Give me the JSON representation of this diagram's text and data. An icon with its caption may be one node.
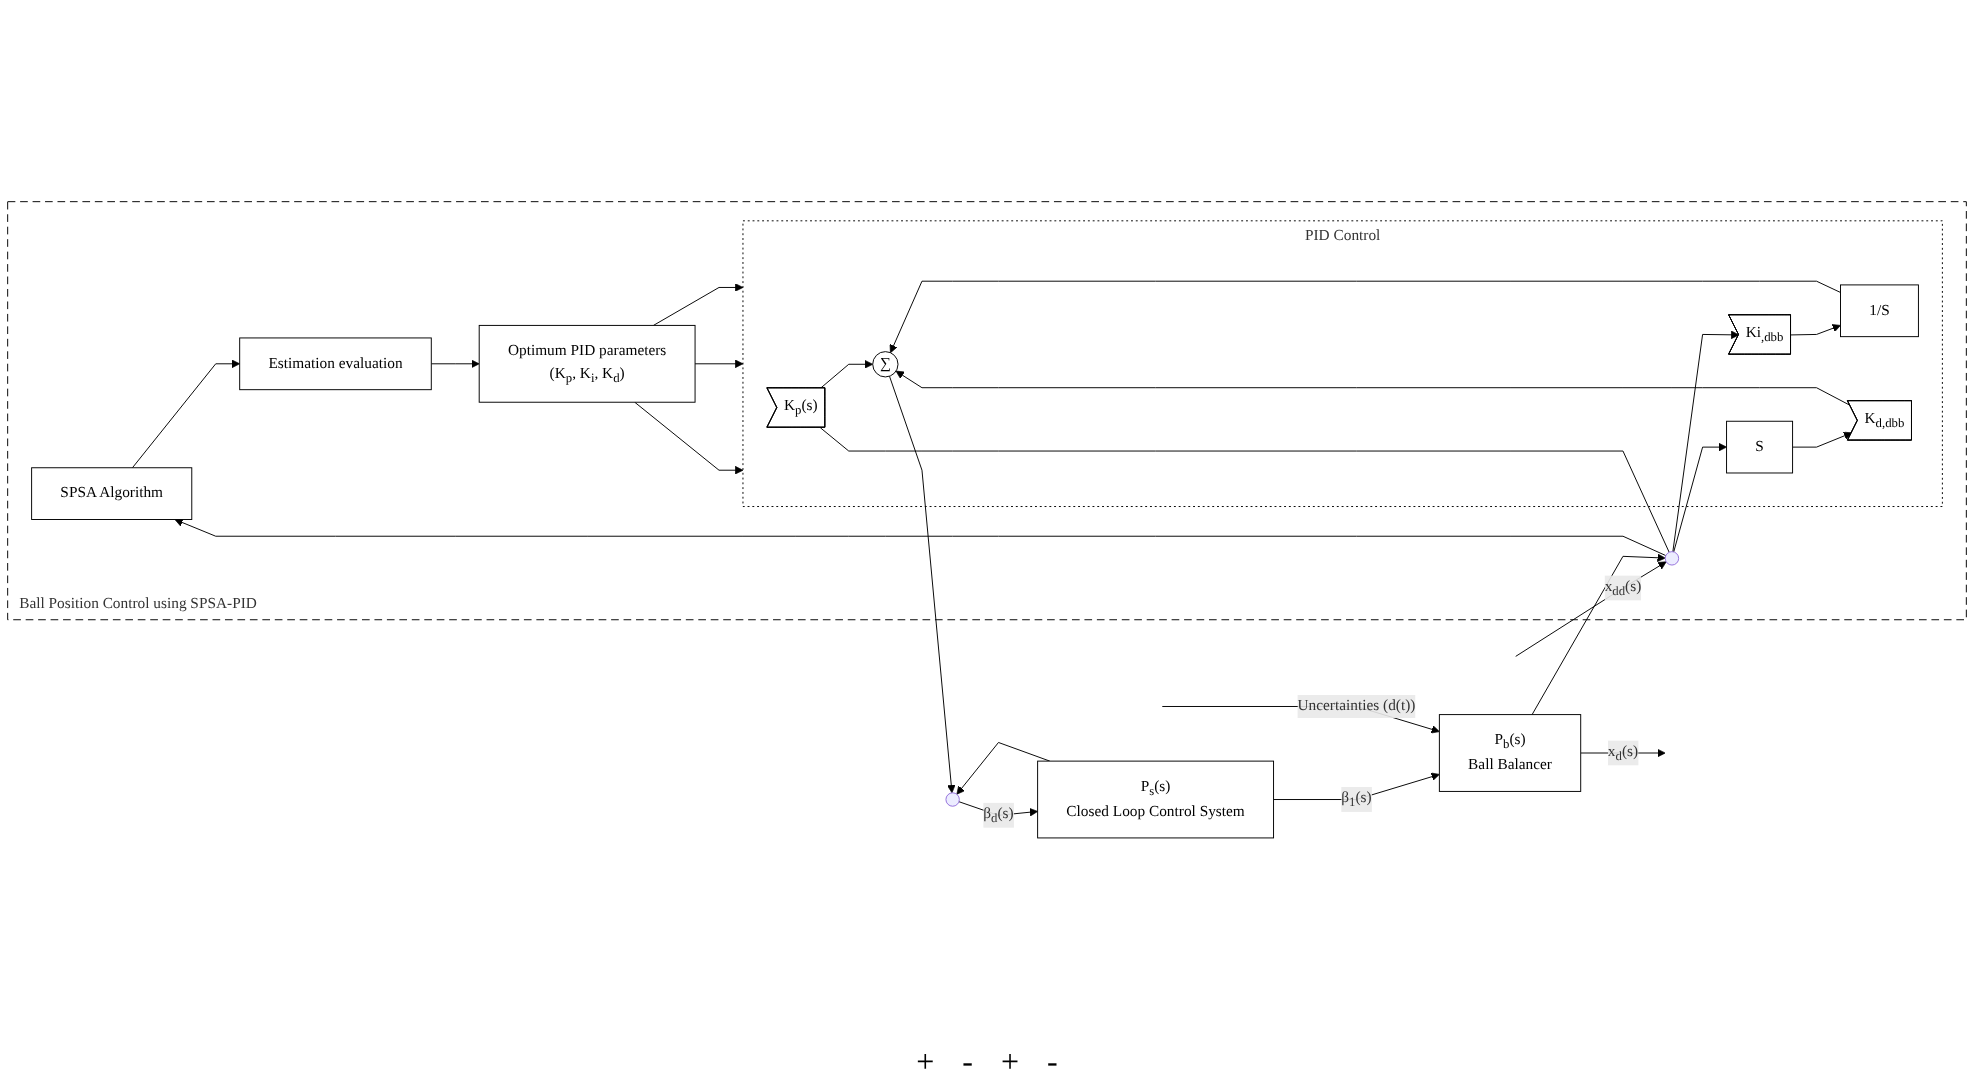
{
  "diagram": {
    "nodes": [
      {
        "text": [
          "Ball Position Control using SPSA-PID"
        ]
      },
      {
        "text": [
          "SPSA Algorithm"
        ],
        "in": 0
      },
      {
        "text": [
          "Estimation evaluation"
        ],
        "in": 0
      },
      {
        "text": [
          "Optimum PID parameters",
          "(K$_{p}$, K$_{i}$, K$_{d}$)"
        ],
        "in": 0
      },
      {
        "text": [
          "PID Control"
        ],
        "in": 0
      },
      {
        "text": [],
        "shape": "circle",
        "in": 0
      },
      {
        "text": [
          "K$_{p}$(s)"
        ],
        "in": 4
      },
      {
        "text": [
          "∑"
        ],
        "in": 4
      },
      {
        "text": [
          "Ki$_{,dbb}$"
        ],
        "in": 4
      },
      {
        "text": [
          "1/S"
        ],
        "in": 4
      },
      {
        "text": [
          "S"
        ],
        "in": 4
      },
      {
        "text": [
          "K$_{d,dbb}$"
        ],
        "in": 4
      },
      {
        "text": [],
        "shape": "circle"
      },
      {
        "text": [
          "P$_{s}$(s)",
          "Closed Loop Control System"
        ]
      },
      {
        "text": [
          "P$_{b}$(s)",
          "Ball Balancer"
        ]
      }
    ],
    "edges": [
      {
        "from": null,
        "to": 5,
        "arrow": "to",
        "label": "x$_{dd}$(s)"
      },
      {
        "from": 5,
        "to": 1,
        "arrow": "to"
      },
      {
        "from": 1,
        "to": 2,
        "arrow": "to"
      },
      {
        "from": 2,
        "to": 3,
        "arrow": "to"
      },
      {
        "from": 3,
        "to": 4,
        "arrow": "to"
      },
      {
        "from": 3,
        "to": 4,
        "arrow": "to"
      },
      {
        "from": 3,
        "to": 4,
        "arrow": "to"
      },
      {
        "from": 5,
        "to": 6,
        "arrow": "none"
      },
      {
        "from": 5,
        "to": 8,
        "arrow": "to"
      },
      {
        "from": 5,
        "to": 10,
        "arrow": "to"
      },
      {
        "from": 6,
        "to": 7,
        "arrow": "to"
      },
      {
        "from": 8,
        "to": 9,
        "arrow": "to"
      },
      {
        "from": 9,
        "to": 7,
        "arrow": "to"
      },
      {
        "from": 10,
        "to": 11,
        "arrow": "to"
      },
      {
        "from": 11,
        "to": 7,
        "arrow": "to"
      },
      {
        "from": 7,
        "to": 12,
        "arrow": "to"
      },
      {
        "from": 12,
        "to": 13,
        "arrow": "to",
        "label": "β$_{d}$(s)"
      },
      {
        "from": 13,
        "to": 14,
        "arrow": "to",
        "label": "β$_{1}$(s)"
      },
      {
        "from": 13,
        "to": 12,
        "arrow": "to"
      },
      {
        "from": null,
        "to": 14,
        "arrow": "to",
        "label": "Uncertainties (d(t))"
      },
      {
        "from": 14,
        "to": null,
        "arrow": "to",
        "label": "x$_{d}$(s)"
      },
      {
        "from": 14,
        "to": 5,
        "arrow": "to"
      }
    ],
    "labels": [
      "+",
      "-",
      "+",
      "-"
    ]
  }
}
